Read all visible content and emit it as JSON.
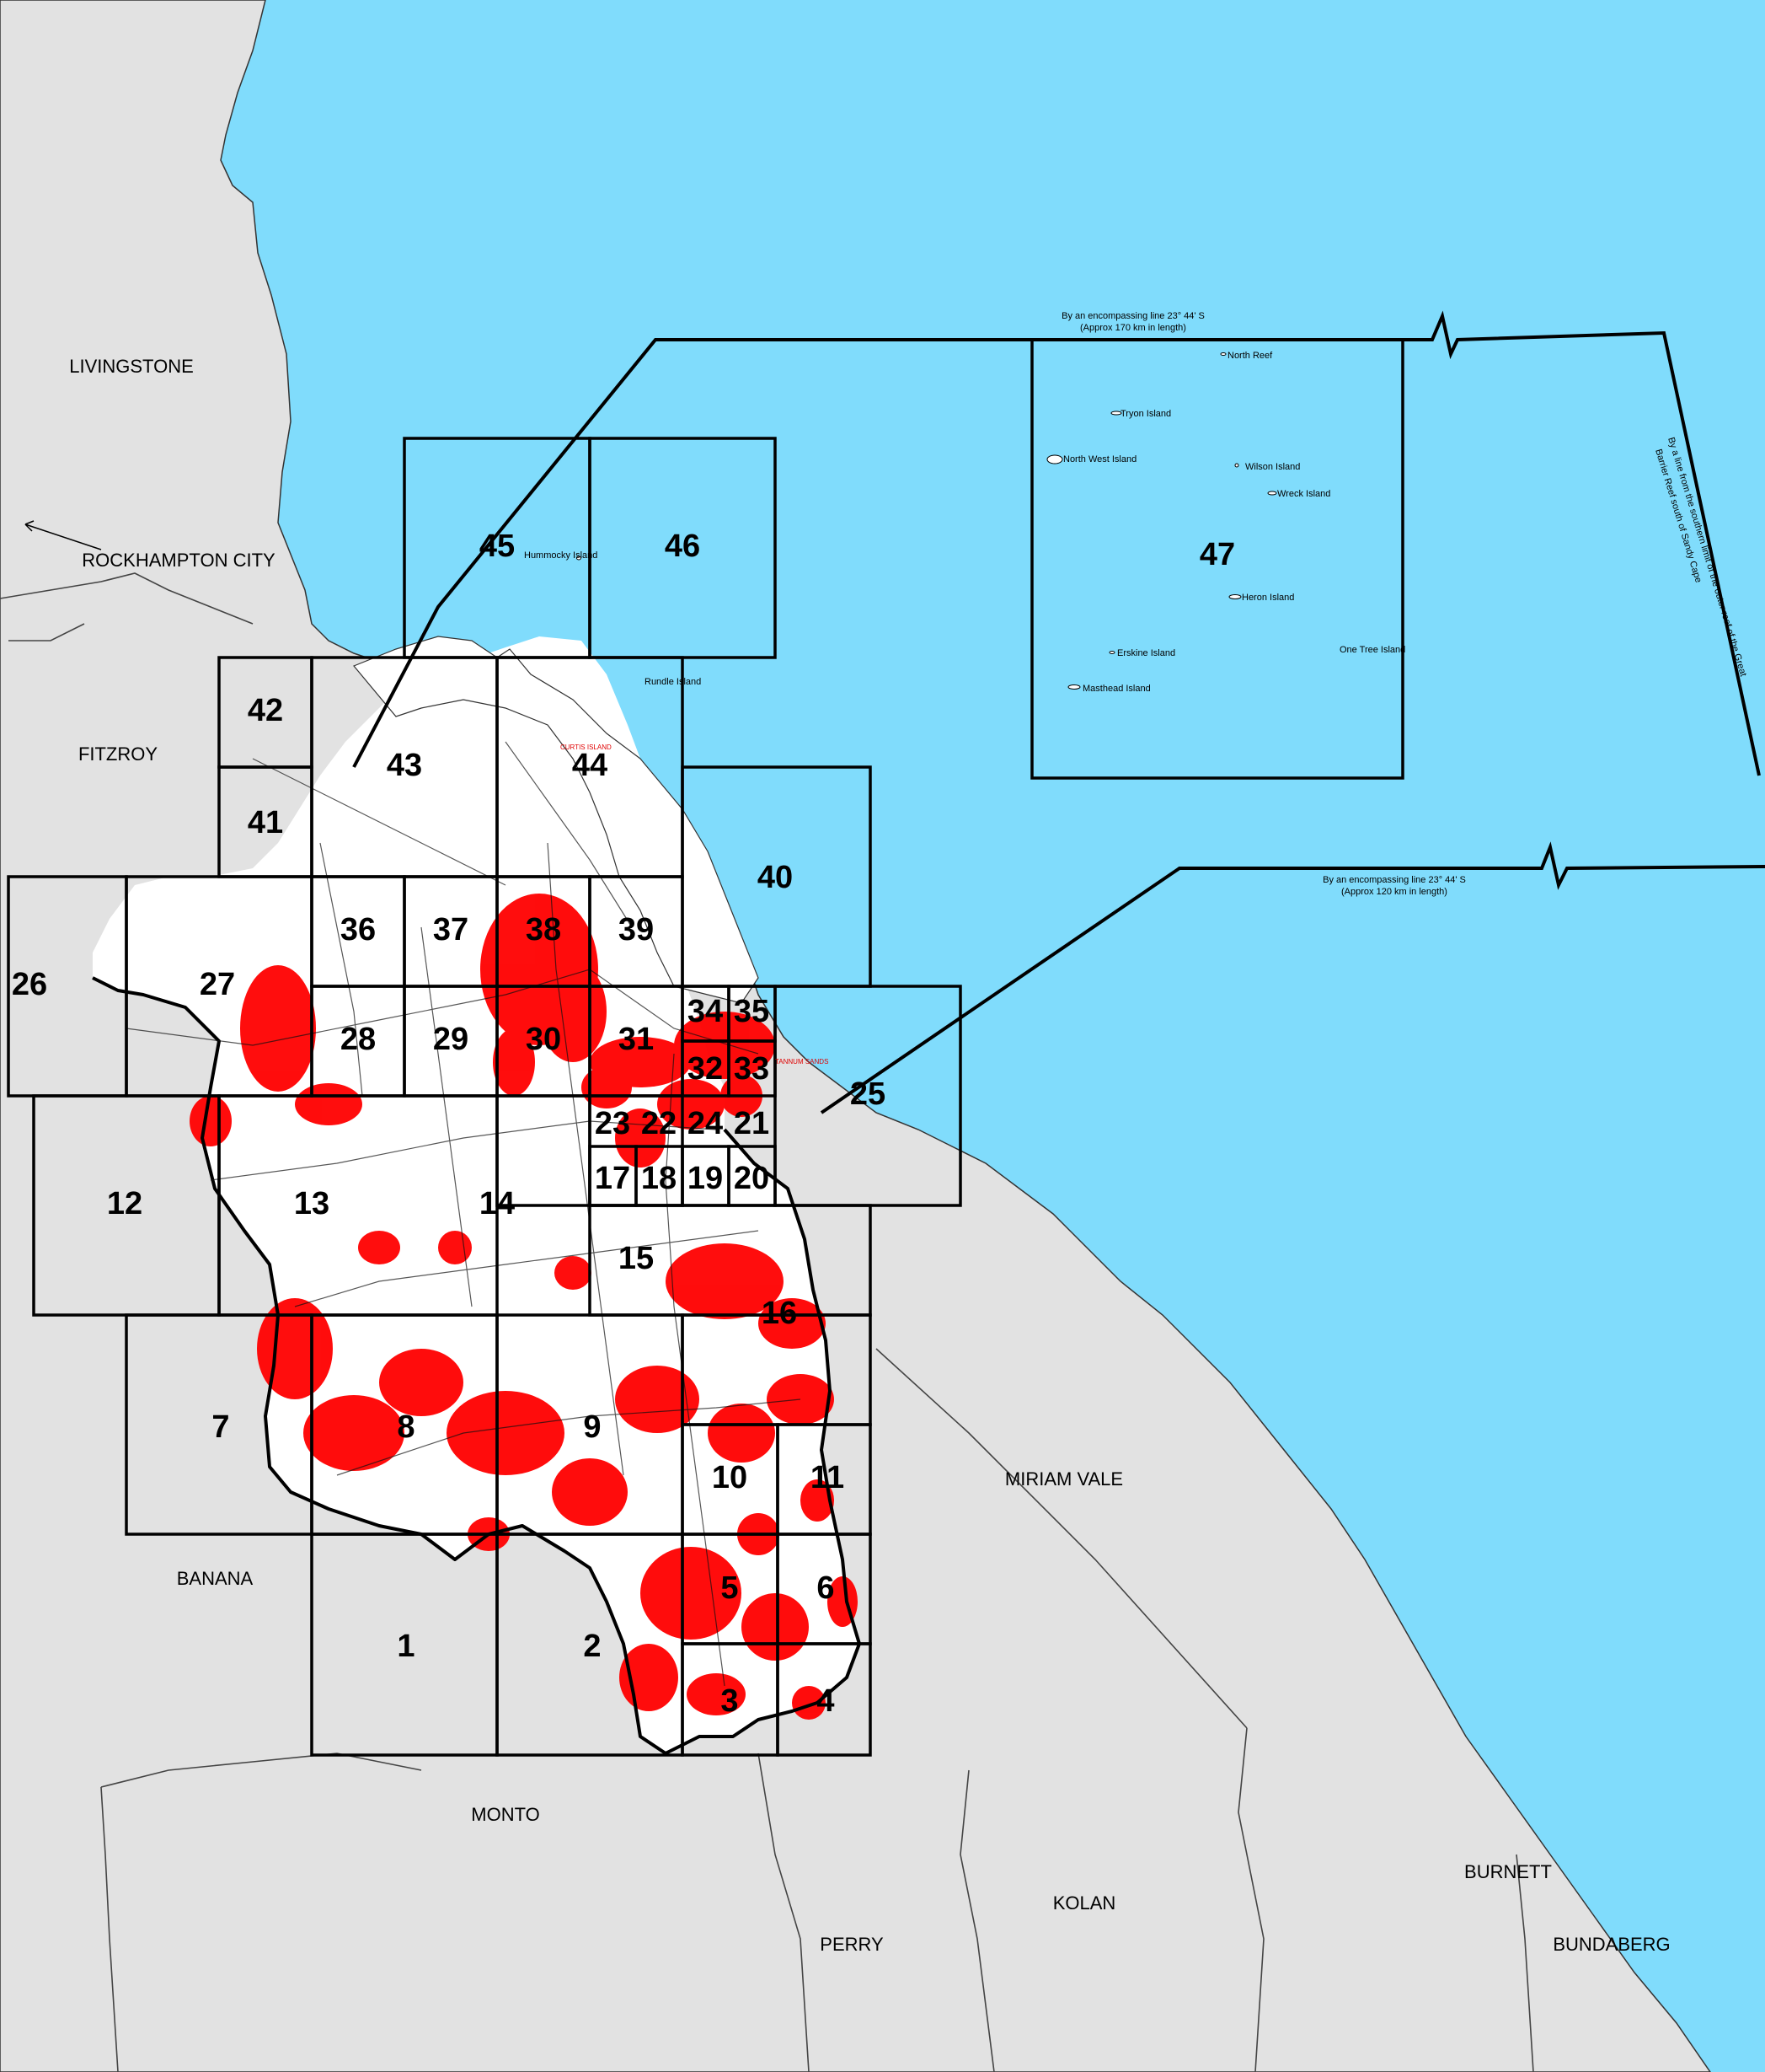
{
  "colors": {
    "sea": "#80dcfc",
    "land_outside": "#e2e2e2",
    "shire_land": "#ffffff",
    "hazard": "#ff0000",
    "lines": "#000000"
  },
  "regions": [
    "LIVINGSTONE",
    "ROCKHAMPTON CITY",
    "FITZROY",
    "BANANA",
    "MONTO",
    "MIRIAM VALE",
    "KOLAN",
    "PERRY",
    "BURNETT",
    "BUNDABERG"
  ],
  "sheets": [
    "1",
    "2",
    "3",
    "4",
    "5",
    "6",
    "7",
    "8",
    "9",
    "10",
    "11",
    "12",
    "13",
    "14",
    "15",
    "16",
    "17",
    "18",
    "19",
    "20",
    "21",
    "22",
    "23",
    "24",
    "25",
    "26",
    "27",
    "28",
    "29",
    "30",
    "31",
    "32",
    "33",
    "34",
    "35",
    "36",
    "37",
    "38",
    "39",
    "40",
    "41",
    "42",
    "43",
    "44",
    "45",
    "46",
    "47"
  ],
  "islands": [
    "North Reef",
    "Tryon Island",
    "North West Island",
    "Wilson Island",
    "Wreck Island",
    "Heron Island",
    "Erskine Island",
    "One Tree Island",
    "Masthead Island",
    "Hummocky Island",
    "Rundle Island"
  ],
  "annotations": {
    "north_line": "By an encompassing line 23° 44' S",
    "north_line_length": "(Approx 170 km in length)",
    "south_line": "By an encompassing line 23° 44' S",
    "south_line_length": "(Approx 120 km in length)",
    "reef_line_1": "By a line from the southern limit of the outer reef of the Great",
    "reef_line_2": "Barrier Reef south of Sandy Cape"
  },
  "small_labels": [
    "CURTIS ISLAND",
    "TANNUM SANDS"
  ]
}
